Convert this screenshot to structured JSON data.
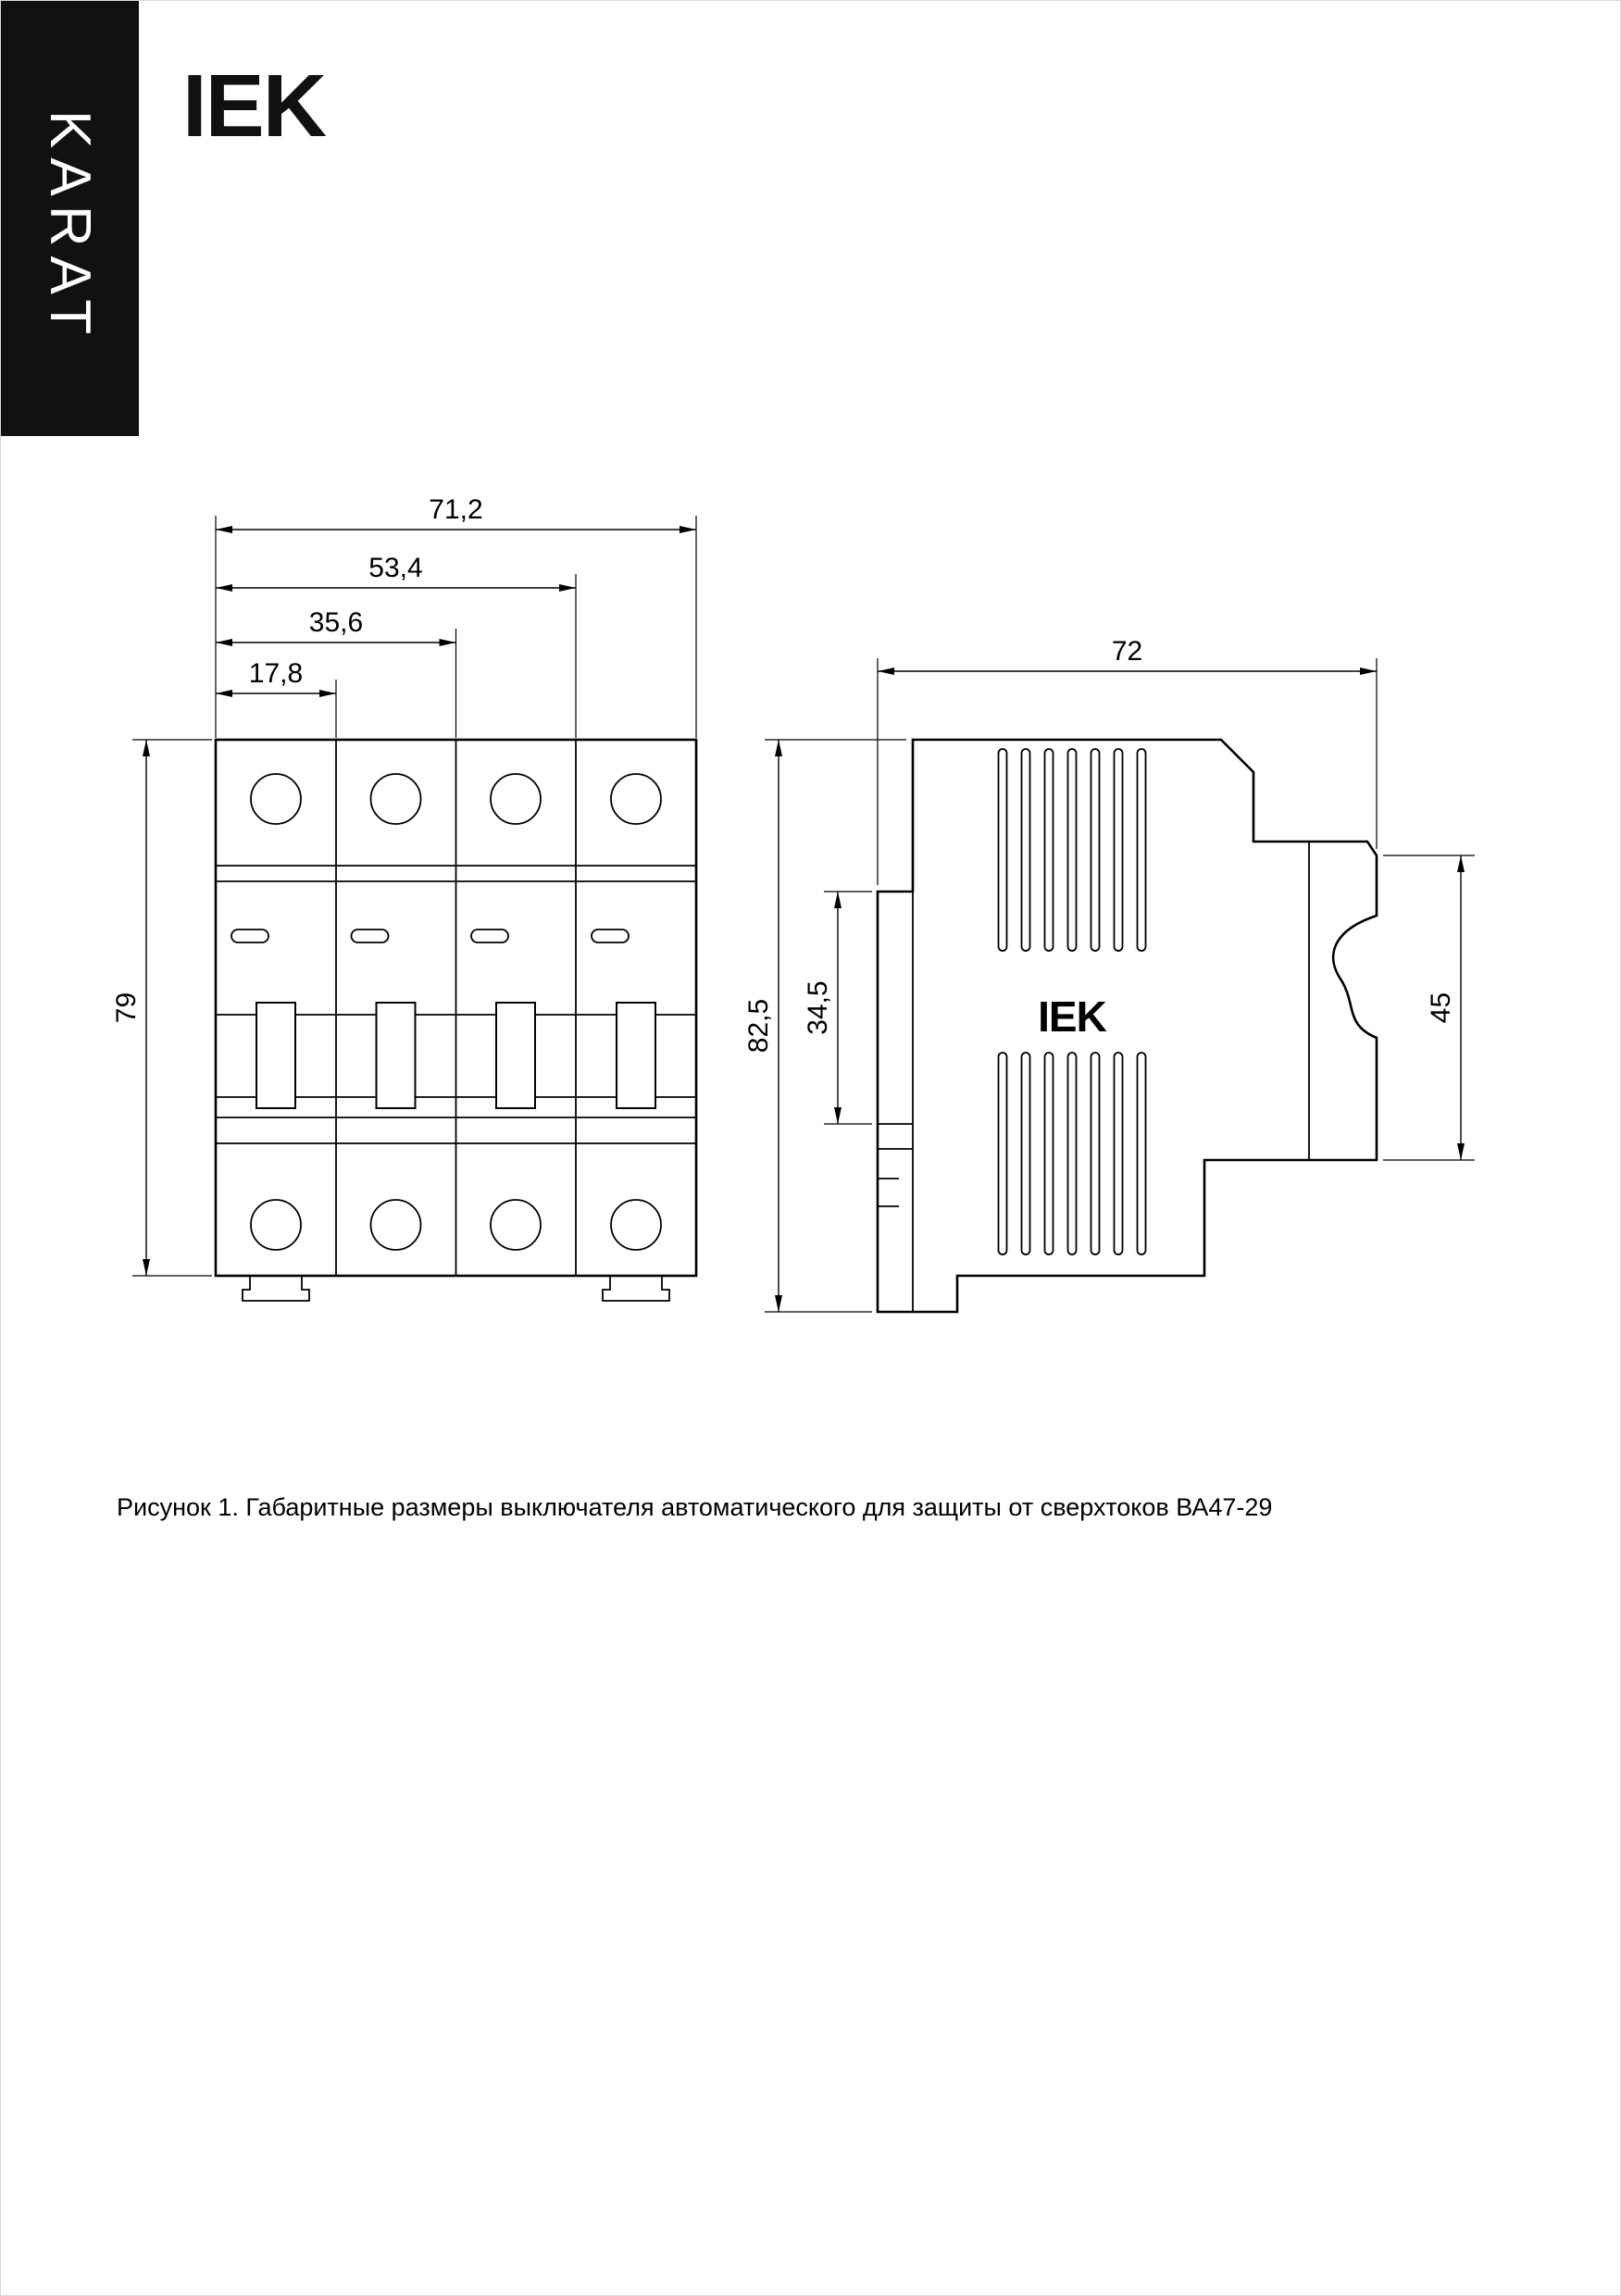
{
  "page": {
    "banner_label": "KARAT",
    "brand_logo": "IEK",
    "caption": "Рисунок 1. Габаритные размеры выключателя автоматического для защиты от сверхтоков ВА47-29"
  },
  "front_view": {
    "dims": {
      "total_width": "71,2",
      "width_3": "53,4",
      "width_2": "35,6",
      "width_1": "17,8",
      "height": "79"
    }
  },
  "side_view": {
    "dims": {
      "depth": "72",
      "total_height": "82,5",
      "din_height": "34,5",
      "terminal_height": "45"
    },
    "device_logo": "IEK"
  }
}
